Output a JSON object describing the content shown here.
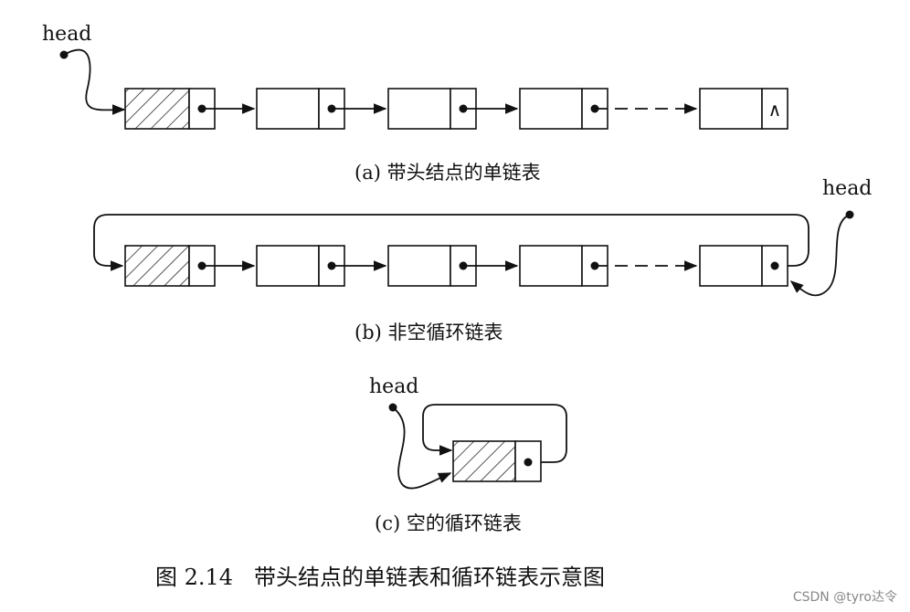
{
  "parts": {
    "a": {
      "head_label": "head",
      "caption": "(a) 带头结点的单链表",
      "null_symbol": "∧"
    },
    "b": {
      "head_label": "head",
      "caption": "(b) 非空循环链表"
    },
    "c": {
      "head_label": "head",
      "caption": "(c) 空的循环链表"
    }
  },
  "figure": {
    "caption": "图 2.14   带头结点的单链表和循环链表示意图"
  },
  "watermark": "CSDN @tyro达令",
  "colors": {
    "ink": "#111111",
    "background": "#ffffff",
    "watermark": "#888888"
  }
}
